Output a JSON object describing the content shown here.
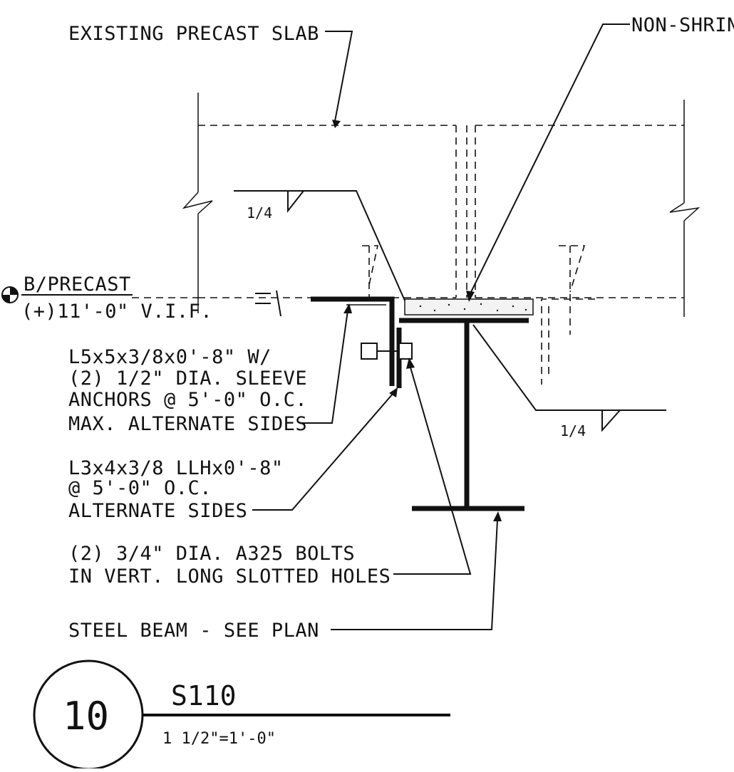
{
  "labels": {
    "existing_slab": "EXISTING PRECAST SLAB",
    "grout": "NON-SHRIN",
    "elevation_line1": "B/PRECAST",
    "elevation_line2": "(+)11'-0\" V.I.F.",
    "weld_left": "1/4",
    "weld_right": "1/4",
    "angle1_line1": "L5x5x3/8x0'-8\" W/",
    "angle1_line2": "(2) 1/2\" DIA. SLEEVE",
    "angle1_line3": "ANCHORS @ 5'-0\" O.C.",
    "angle1_line4": "MAX. ALTERNATE SIDES",
    "angle2_line1": "L3x4x3/8 LLHx0'-8\"",
    "angle2_line2": "@ 5'-0\" O.C.",
    "angle2_line3": "ALTERNATE SIDES",
    "bolts_line1": "(2) 3/4\" DIA. A325 BOLTS",
    "bolts_line2": "IN VERT. LONG SLOTTED HOLES",
    "beam": "STEEL BEAM - SEE PLAN"
  },
  "title": {
    "detail_number": "10",
    "sheet": "S110",
    "scale": "1 1/2\"=1'-0\""
  }
}
